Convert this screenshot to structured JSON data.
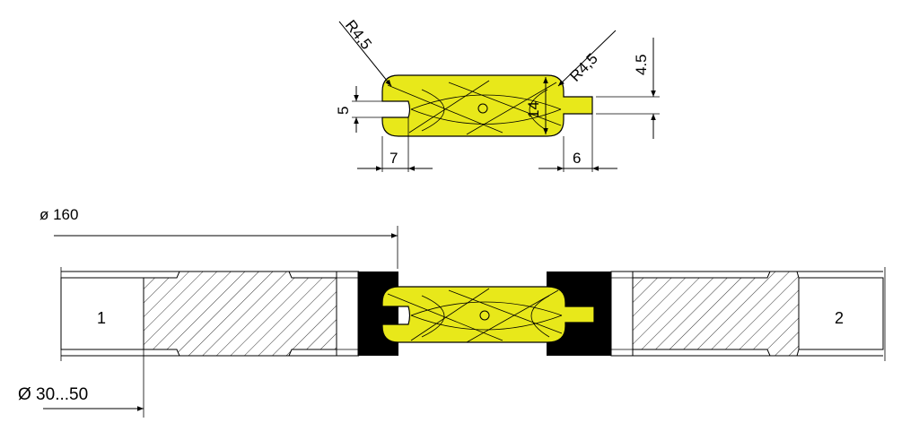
{
  "dimensions": {
    "r_left": "R4,5",
    "r_right": "R4,5",
    "slot_width": "5",
    "blade_height": "14",
    "tab_thickness": "4.5",
    "slot_depth": "7",
    "tab_length": "6",
    "outer_diameter": "ø 160",
    "bore_diameter": "Ø 30...50"
  },
  "labels": {
    "part_1": "1",
    "part_2": "2"
  },
  "colors": {
    "blade_fill": "#e8e81a",
    "insert_fill": "#000000",
    "line": "#000000"
  }
}
